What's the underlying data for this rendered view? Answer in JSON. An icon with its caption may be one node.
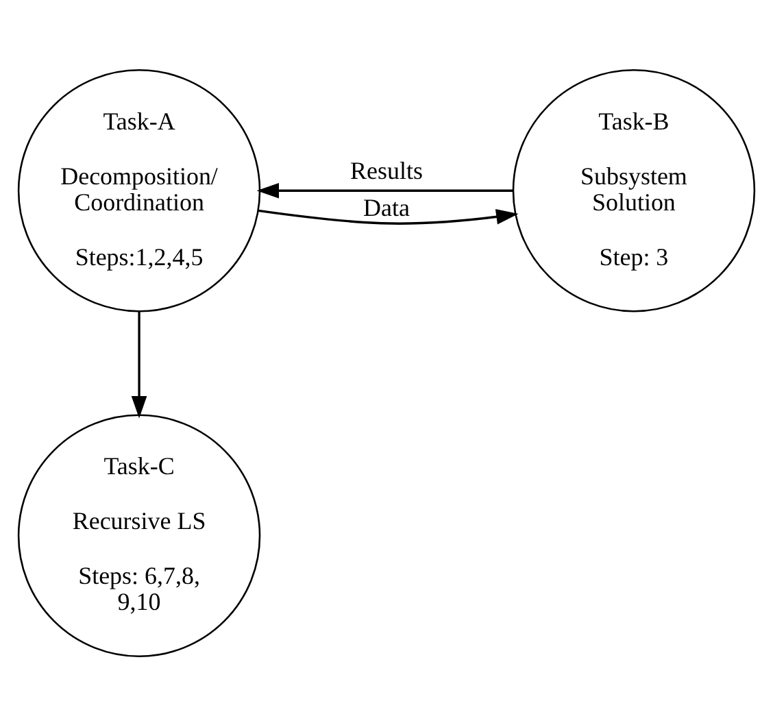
{
  "diagram": {
    "nodes": [
      {
        "text": [
          "Task-A",
          "Decomposition/ Coordination",
          "Steps:1,2,4,5"
        ]
      },
      {
        "text": [
          "Task-B",
          "Subsystem Solution",
          "Step: 3"
        ]
      },
      {
        "text": [
          "Task-C",
          "Recursive LS",
          "Steps: 6,7,8, 9,10"
        ]
      }
    ],
    "edges": [
      {
        "from": 0,
        "to": 1,
        "arrow": "to",
        "label": "Data"
      },
      {
        "from": 1,
        "to": 0,
        "arrow": "to",
        "label": "Results"
      },
      {
        "from": 0,
        "to": 2,
        "arrow": "to"
      }
    ]
  }
}
